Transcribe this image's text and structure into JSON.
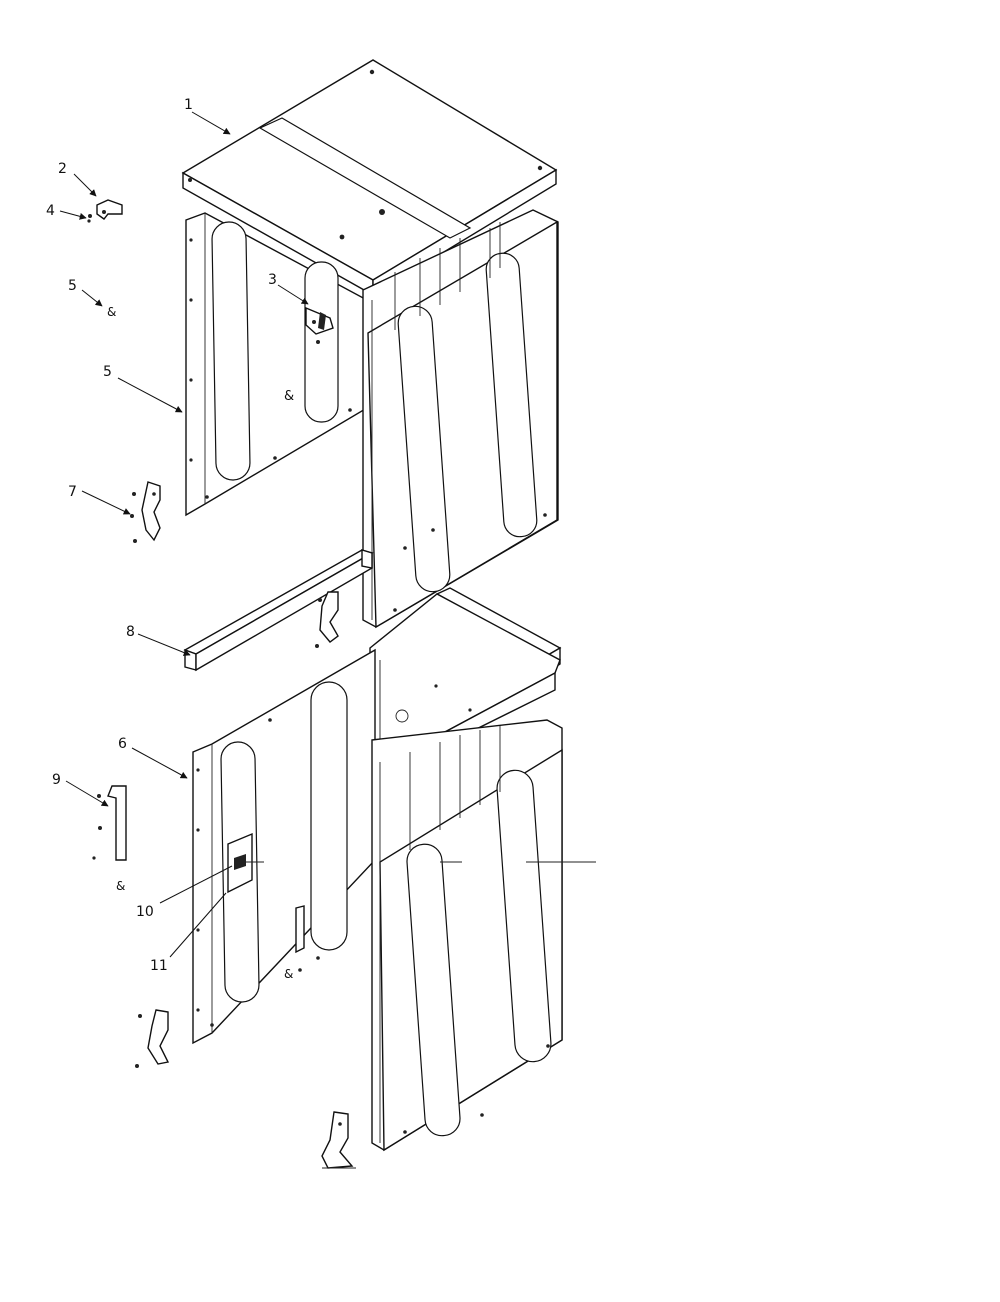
{
  "callouts": [
    {
      "id": "1",
      "text": "1"
    },
    {
      "id": "2",
      "text": "2"
    },
    {
      "id": "3",
      "text": "3"
    },
    {
      "id": "4",
      "text": "4"
    },
    {
      "id": "5a",
      "text": "5"
    },
    {
      "id": "5b",
      "text": "5"
    },
    {
      "id": "6",
      "text": "6"
    },
    {
      "id": "7",
      "text": "7"
    },
    {
      "id": "8",
      "text": "8"
    },
    {
      "id": "9",
      "text": "9"
    },
    {
      "id": "10",
      "text": "10"
    },
    {
      "id": "11",
      "text": "11"
    }
  ],
  "colors": {
    "line": "#111111",
    "background": "#ffffff"
  }
}
